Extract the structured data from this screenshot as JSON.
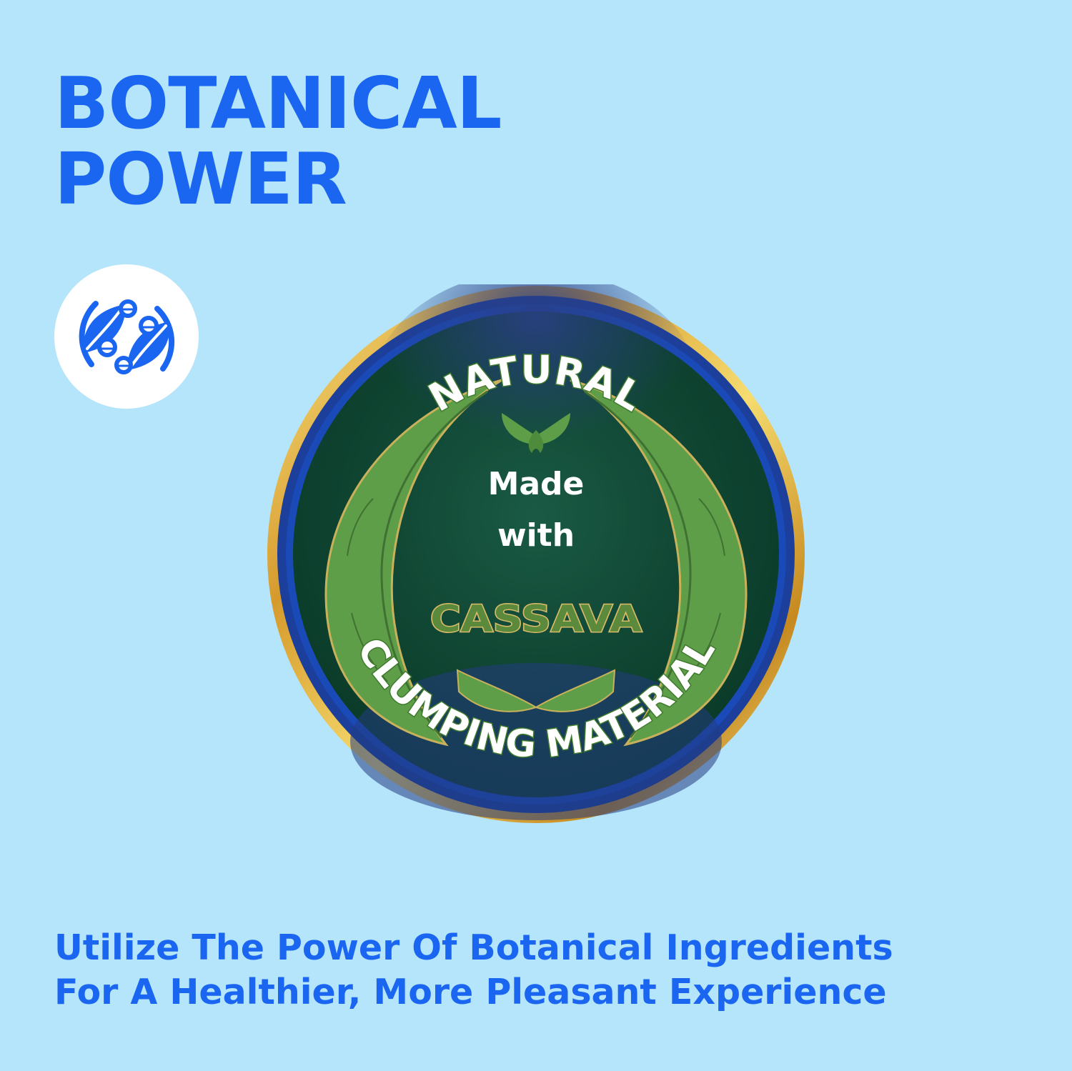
{
  "headline": {
    "line1": "BOTANICAL",
    "line2": "POWER"
  },
  "icon": {
    "name": "botanical-leaves-icon"
  },
  "seal": {
    "top_arc": "NATURAL",
    "center_line1": "Made",
    "center_line2": "with",
    "ingredient": "CASSAVA",
    "bottom_arc": "CLUMPING MATERIAL"
  },
  "tagline": {
    "line1": "Utilize The Power Of Botanical Ingredients",
    "line2": "For A Healthier, More Pleasant Experience"
  },
  "colors": {
    "background": "#b5e5fa",
    "accent_blue": "#1b66f0",
    "seal_gold": "#e0b341",
    "seal_green": "#0f4a32",
    "leaf_green": "#5e9e48",
    "ingredient_text": "#5c8a3c"
  }
}
